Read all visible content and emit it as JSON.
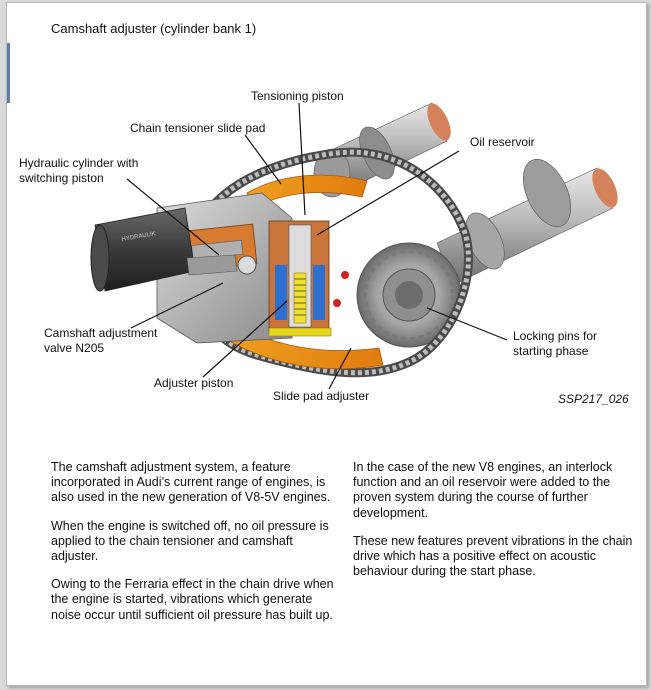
{
  "title": "Camshaft adjuster (cylinder bank 1)",
  "labels": {
    "tensioning_piston": "Tensioning piston",
    "chain_tensioner_slide_pad": "Chain tensioner slide pad",
    "oil_reservoir": "Oil reservoir",
    "hydraulic_cylinder_line1": "Hydraulic cylinder with",
    "hydraulic_cylinder_line2": "switching piston",
    "camshaft_valve_line1": "Camshaft adjustment",
    "camshaft_valve_line2": "valve N205",
    "locking_pins_line1": "Locking pins for",
    "locking_pins_line2": "starting phase",
    "adjuster_piston": "Adjuster piston",
    "slide_pad_adjuster": "Slide pad adjuster"
  },
  "caption": "SSP217_026",
  "body_left": [
    "The camshaft adjustment system, a feature incorporated in Audi’s current range of engines, is also used in the new generation of V8-5V engines.",
    "When the engine is switched off, no oil pressure is applied to the chain tensioner and camshaft adjuster.",
    "Owing to the Ferraria effect in the chain drive when the engine is started, vibrations which generate noise occur until sufficient oil pressure has built up."
  ],
  "body_right": [
    "In the case of the new V8 engines, an interlock function and an oil reservoir were added to the proven system during the course of further development.",
    "These new features prevent vibrations in the chain drive which has a positive effect on acoustic behaviour during the start phase."
  ],
  "valve_body_text": "HYDRAULIK"
}
